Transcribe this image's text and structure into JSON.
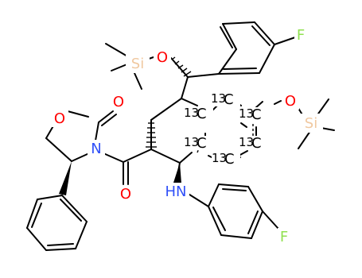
{
  "molecule": {
    "atoms": {
      "O_silyl1": "O",
      "Si1": "Si",
      "F_top": "F",
      "O_ox_ring": "O",
      "O_carbonyl_ring": "O",
      "N_ox": "N",
      "O_amide": "O",
      "NH": "HN",
      "O_silyl2": "O",
      "Si2": "Si",
      "F_bottom": "F"
    },
    "isotope_label": "13",
    "colors": {
      "carbon": "#000000",
      "oxygen": "#ff0000",
      "nitrogen": "#3050f8",
      "fluorine": "#90e050",
      "silicon": "#f0c8a0"
    }
  }
}
